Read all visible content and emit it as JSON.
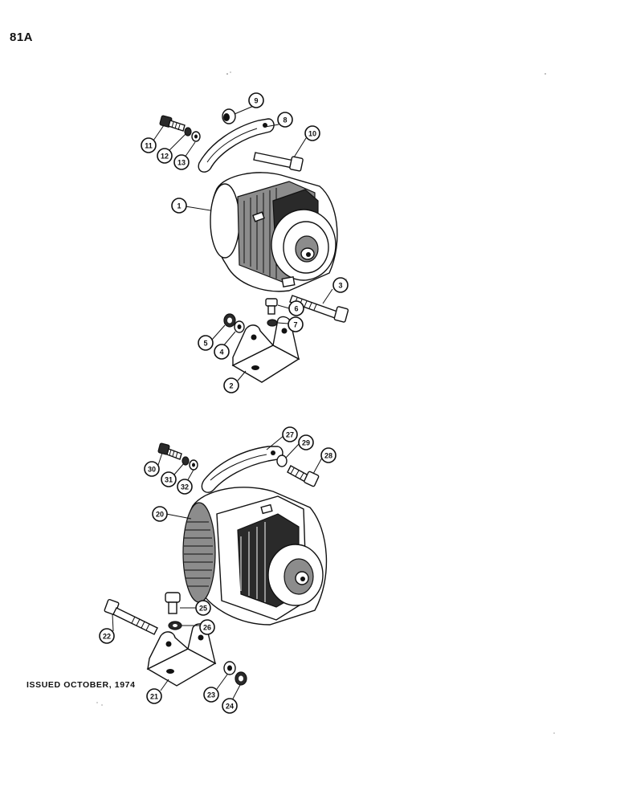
{
  "page": {
    "number": "81A",
    "issued": "ISSUED OCTOBER, 1974"
  },
  "callouts": [
    {
      "id": "9",
      "label": "9"
    },
    {
      "id": "8",
      "label": "8"
    },
    {
      "id": "11",
      "label": "11"
    },
    {
      "id": "12",
      "label": "12"
    },
    {
      "id": "13",
      "label": "13"
    },
    {
      "id": "10",
      "label": "10"
    },
    {
      "id": "1",
      "label": "1"
    },
    {
      "id": "3",
      "label": "3"
    },
    {
      "id": "6",
      "label": "6"
    },
    {
      "id": "7",
      "label": "7"
    },
    {
      "id": "5",
      "label": "5"
    },
    {
      "id": "4",
      "label": "4"
    },
    {
      "id": "2",
      "label": "2"
    },
    {
      "id": "27",
      "label": "27"
    },
    {
      "id": "29",
      "label": "29"
    },
    {
      "id": "28",
      "label": "28"
    },
    {
      "id": "30",
      "label": "30"
    },
    {
      "id": "31",
      "label": "31"
    },
    {
      "id": "32",
      "label": "32"
    },
    {
      "id": "20",
      "label": "20"
    },
    {
      "id": "25",
      "label": "25"
    },
    {
      "id": "26",
      "label": "26"
    },
    {
      "id": "22",
      "label": "22"
    },
    {
      "id": "23",
      "label": "23"
    },
    {
      "id": "24",
      "label": "24"
    },
    {
      "id": "21",
      "label": "21"
    }
  ]
}
